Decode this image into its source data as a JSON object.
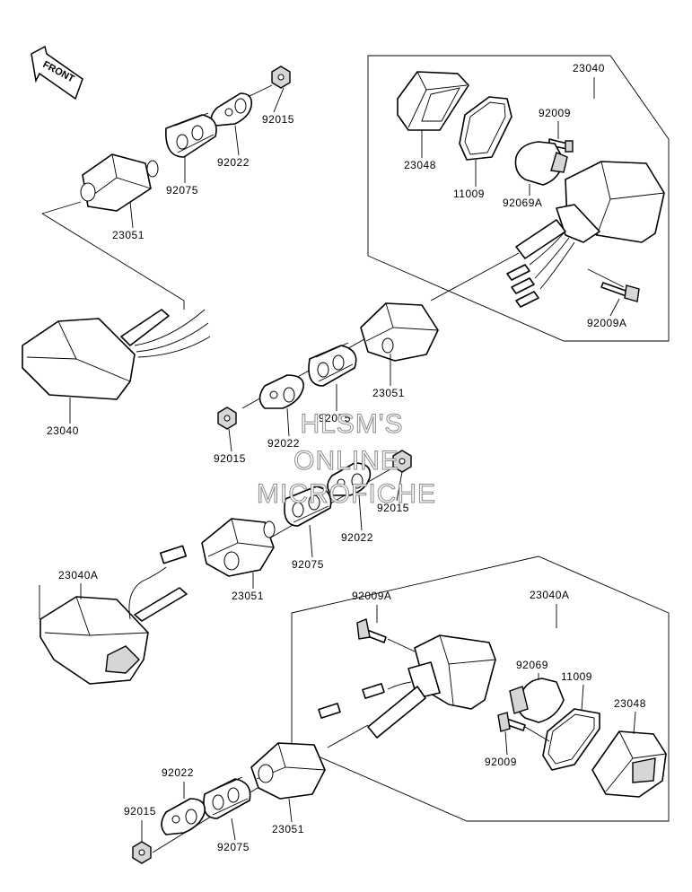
{
  "front_indicator": {
    "label": "FRONT"
  },
  "watermark": {
    "line1": "HLSM'S",
    "line2": "ONLINE",
    "line3": "MICROFICHE"
  },
  "callouts": {
    "top_left": {
      "nut": "92015",
      "washer": "92022",
      "damper": "92075",
      "holder": "23051",
      "lamp": "23040"
    },
    "top_right": {
      "assembly": "23040",
      "screw_small": "92009",
      "lens": "23048",
      "gasket": "11009",
      "bulb": "92069A",
      "screw_large": "92009A"
    },
    "middle_upper": {
      "holder": "23051",
      "damper": "92075",
      "washer": "92022",
      "nut": "92015"
    },
    "middle_lower": {
      "lamp": "23040A",
      "holder": "23051",
      "damper": "92075",
      "washer": "92022",
      "nut": "92015"
    },
    "bottom_right": {
      "assembly": "23040A",
      "screw_large": "92009A",
      "bulb": "92069",
      "gasket": "11009",
      "lens": "23048",
      "screw_small": "92009"
    },
    "bottom_left": {
      "washer": "92022",
      "nut": "92015",
      "holder": "23051",
      "damper": "92075"
    }
  }
}
